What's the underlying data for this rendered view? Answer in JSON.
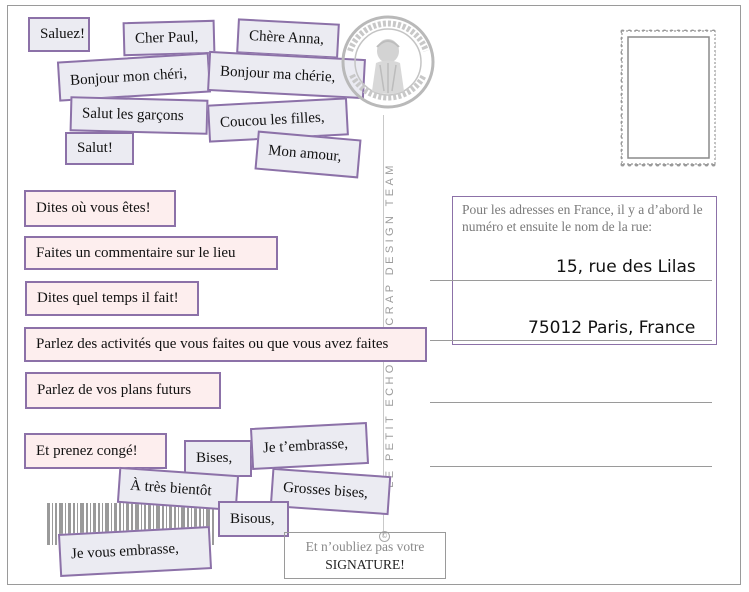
{
  "greetings": {
    "saluez": "Saluez!",
    "cher_paul": "Cher Paul,",
    "chere_anna": "Chère Anna,",
    "bonjour_mon_cheri": "Bonjour mon chéri,",
    "bonjour_ma_cherie": "Bonjour ma chérie,",
    "salut_les_garcons": "Salut les garçons",
    "coucou_les_filles": "Coucou les filles,",
    "salut": "Salut!",
    "mon_amour": "Mon amour,"
  },
  "instructions": {
    "dites_ou": "Dites où vous êtes!",
    "commentaire": "Faites un commentaire sur le lieu",
    "temps": "Dites quel temps il fait!",
    "activites": "Parlez des activités que vous faites ou que vous avez faites",
    "plans": "Parlez de vos plans futurs",
    "conge": "Et prenez congé!"
  },
  "closings": {
    "bises": "Bises,",
    "je_t_embrasse": "Je t’embrasse,",
    "a_tres_bientot": "À très bientôt",
    "grosses_bises": "Grosses bises,",
    "bisous": "Bisous,",
    "je_vous_embrasse": "Je vous embrasse,"
  },
  "vertical_text": "LE PETIT ECHO DU CRAP DESIGN TEAM",
  "address": {
    "note": "Pour les adresses en France, il y a d’abord le numéro et ensuite le nom de la rue:",
    "line1": "15, rue des Lilas",
    "line2": "75012 Paris, France"
  },
  "signature": {
    "line1": "Et n’oubliez pas votre",
    "line2": "SIGNATURE!"
  },
  "colors": {
    "tag_border": "#8c71a8",
    "greeting_bg": "#ebebf2",
    "instruction_bg": "#fdeeee"
  }
}
